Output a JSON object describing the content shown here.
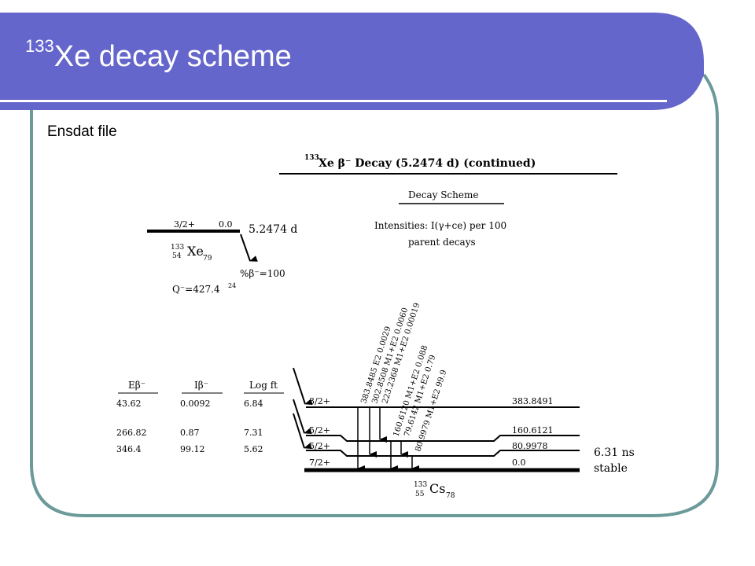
{
  "slide": {
    "title_sup": "133",
    "title_main": "Xe decay scheme",
    "subtitle": "Ensdat file",
    "colors": {
      "header": "#6566cc",
      "border": "#6b9a99"
    }
  },
  "scheme": {
    "header": "Xe  β⁻  Decay (5.2474 d) (continued)",
    "header_mass": "133",
    "subheader": "Decay Scheme",
    "intensities_line1": "Intensities: I(γ+ce) per 100",
    "intensities_line2": "parent decays",
    "parent": {
      "spin": "3/2+",
      "energy": "0.0",
      "halflife": "5.2474 d",
      "mass_a": "133",
      "z": "54",
      "symbol": "Xe",
      "n": "79",
      "branch": "%β⁻=100",
      "q_value": "Q⁻=427.4",
      "q_unc": "24"
    },
    "table_headers": {
      "e_beta": "Eβ⁻",
      "i_beta": "Iβ⁻",
      "logft": "Log ft"
    },
    "table_rows": [
      {
        "e": "43.62",
        "i": "0.0092",
        "logft": "6.84"
      },
      {
        "e": "266.82",
        "i": "0.87",
        "logft": "7.31"
      },
      {
        "e": "346.4",
        "i": "99.12",
        "logft": "5.62"
      }
    ],
    "levels": [
      {
        "spin": "3/2+",
        "energy": "383.8491"
      },
      {
        "spin": "5/2+",
        "energy": "160.6121"
      },
      {
        "spin": "5/2+",
        "energy": "80.9978"
      },
      {
        "spin": "7/2+",
        "energy": "0.0"
      }
    ],
    "level_halflife": "6.31 ns",
    "ground_state": "stable",
    "gammas": [
      "383.8485 E2  0.0029",
      "302.8508 M1+E2  0.0060",
      "223.2368 M1+E2  0.00019",
      "160.6120 M1+E2  0.088",
      "79.6142 M1+E2  0.79",
      "80.9979 M1+E2  99.9"
    ],
    "daughter": {
      "mass_a": "133",
      "z": "55",
      "symbol": "Cs",
      "n": "78"
    }
  }
}
